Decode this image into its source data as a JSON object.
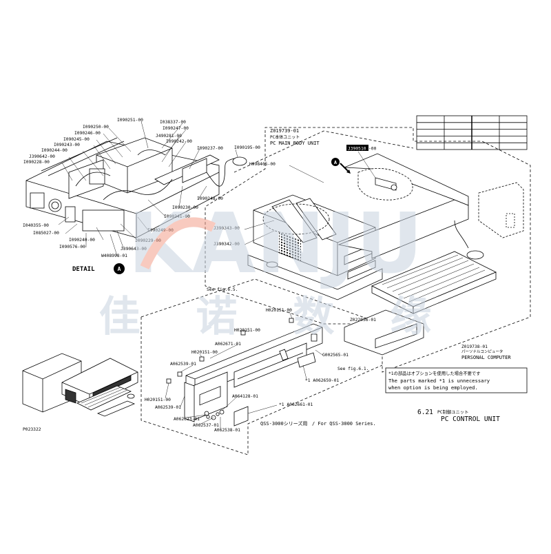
{
  "watermark": {
    "latin": "KANJU",
    "cjk": "佳 诺 数 缘"
  },
  "detail_label": "DETAIL",
  "detail_marker": "A",
  "figure_number": "P023322",
  "main_body_unit": {
    "part_no": "Z019739-01",
    "jp": "PC本体ユニット",
    "en": "PC MAIN BODY UNIT"
  },
  "highlight_part": "J390510",
  "highlight_suffix": "-00",
  "personal_computer": {
    "part_no": "Z019738-01",
    "jp": "パーソナルコンピュータ",
    "en": "PERSONAL COMPUTER"
  },
  "front_panel_part": "Z022056-01",
  "note": {
    "jp": "*1の部品はオプションを使用した場合不要です",
    "en1": "The parts marked *1 is unnecessary",
    "en2": "when option is being employed."
  },
  "section": {
    "number": "6.21",
    "jp": "PC制御ユニット",
    "en": "PC CONTROL UNIT"
  },
  "series_note": {
    "jp": "QSS-3000シリーズ用",
    "en": "/ For QSS-3000 Series."
  },
  "see_fig_65": "See fig.6.5.",
  "see_fig_61": "See fig.6.1.",
  "detail_parts": {
    "p1": "I090251-00",
    "p2": "I038337-00",
    "p3": "I090250-00",
    "p4": "I090247-00",
    "p5": "I090246-00",
    "p6": "J490281-00",
    "p7": "I090245-00",
    "p8": "I090242-00",
    "p9": "I090243-00",
    "p10": "I090237-00",
    "p11": "I090244-00",
    "p12": "I090195-00",
    "p13": "J390642-00",
    "p14": "I090228-00",
    "p15": "I090248-00",
    "p16": "I090230-00",
    "p17": "I090241-00",
    "p18": "I040355-00",
    "p19": "I090249-00",
    "p20": "I085027-00",
    "p21": "I090240-00",
    "p22": "I090229-00",
    "p23": "I090576-00",
    "p24": "J390643-00",
    "p25": "W408998-01"
  },
  "main_parts": {
    "m1": "H998405-00",
    "m2": "J390343-00",
    "m3": "J390342-00"
  },
  "panel_parts": {
    "f1": "H020151-00",
    "f2": "H020151-00",
    "f3": "A062671-01",
    "f4": "H020151-00",
    "f5": "A062539-01",
    "f6": "G002565-01",
    "f7": "*1 A062659-01",
    "f8": "A064128-01",
    "f9": "H020151-00",
    "f10": "A062539-01",
    "f11": "A062623-01",
    "f12": "A062537-01",
    "f13": "A062538-01",
    "f14": "*1 A062661-01"
  },
  "table": {
    "rows": 5,
    "cols": 4
  }
}
